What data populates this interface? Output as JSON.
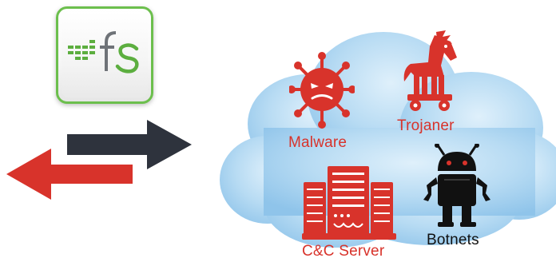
{
  "app": {
    "name": "vfs",
    "icon": "vfs-logo-icon",
    "accent_color": "#6cbf4d"
  },
  "arrows": {
    "outgoing": {
      "icon": "arrow-right-icon",
      "color": "#2e333d"
    },
    "incoming": {
      "icon": "arrow-left-icon",
      "color": "#d8332b"
    }
  },
  "cloud": {
    "icon": "cloud-icon",
    "color": "#a9d3ef",
    "threats": [
      {
        "label": "Malware",
        "icon": "virus-icon",
        "color": "#d8332b"
      },
      {
        "label": "Trojaner",
        "icon": "trojan-horse-icon",
        "color": "#d8332b"
      },
      {
        "label": "C&C Server",
        "icon": "server-rack-icon",
        "color": "#d8332b"
      },
      {
        "label": "Botnets",
        "icon": "android-robot-icon",
        "color": "#111111"
      }
    ]
  }
}
